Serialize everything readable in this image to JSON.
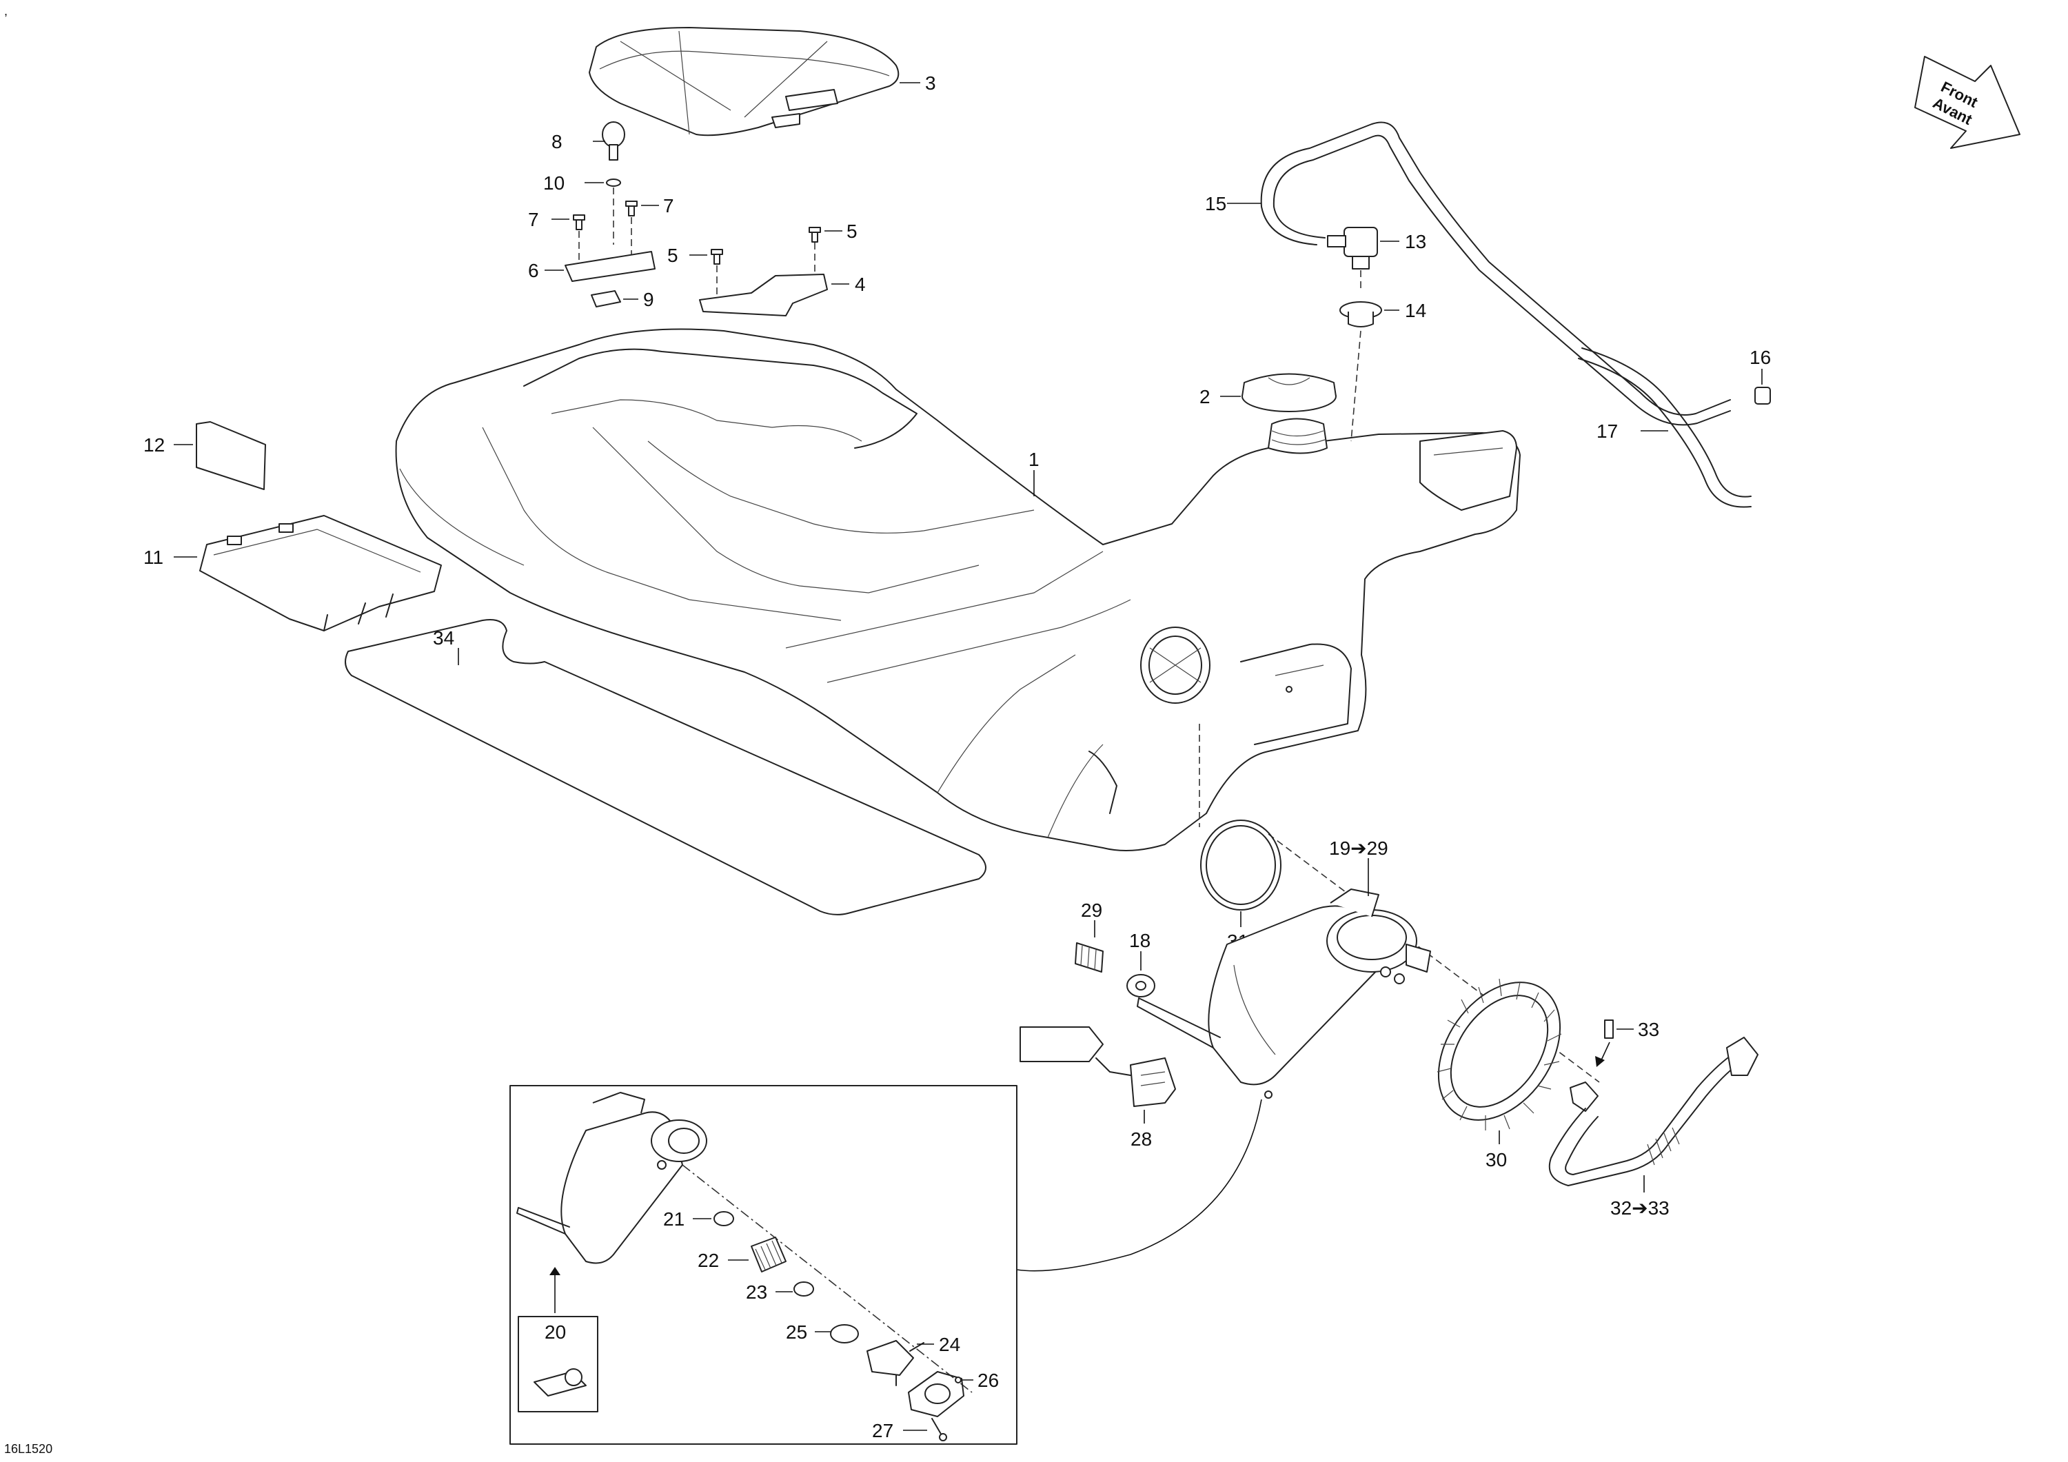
{
  "top_mark": ",",
  "drawing_code": "16L1520",
  "direction_arrow": {
    "line1": "Front",
    "line2": "Avant"
  },
  "callouts": {
    "c1": "1",
    "c2": "2",
    "c3": "3",
    "c4": "4",
    "c5a": "5",
    "c5b": "5",
    "c6": "6",
    "c7a": "7",
    "c7b": "7",
    "c8": "8",
    "c9": "9",
    "c10": "10",
    "c11": "11",
    "c12": "12",
    "c13": "13",
    "c14": "14",
    "c15": "15",
    "c16": "16",
    "c17": "17",
    "c18": "18",
    "c19_29": "19➔29",
    "c20": "20",
    "c21": "21",
    "c22": "22",
    "c23": "23",
    "c24": "24",
    "c25": "25",
    "c26": "26",
    "c27": "27",
    "c28": "28",
    "c29": "29",
    "c30": "30",
    "c31": "31",
    "c32_33": "32➔33",
    "c33": "33",
    "c34": "34"
  }
}
